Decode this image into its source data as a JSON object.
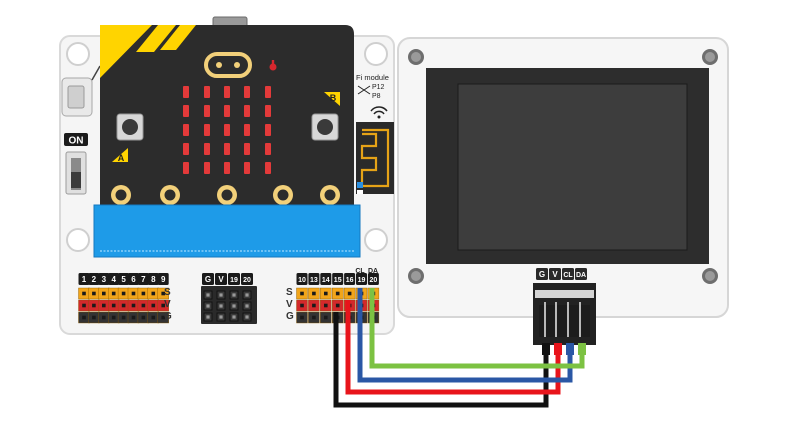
{
  "microbit": {
    "button_a": "A",
    "button_b": "B",
    "module_label": "Fi module",
    "pin_p12": "P12",
    "pin_p8": "P8"
  },
  "expansion_board": {
    "power_label": "ON",
    "left_header": {
      "pins": [
        "1",
        "2",
        "3",
        "4",
        "5",
        "6",
        "7",
        "8",
        "9"
      ],
      "row_labels": [
        "S",
        "V",
        "G"
      ]
    },
    "i2c_header": {
      "pins": [
        "G",
        "V",
        "19",
        "20"
      ]
    },
    "right_header": {
      "pins": [
        "10",
        "13",
        "14",
        "15",
        "16",
        "19",
        "20"
      ],
      "top_labels": [
        "CL",
        "DA"
      ],
      "row_labels": [
        "S",
        "V",
        "G"
      ]
    }
  },
  "display_module": {
    "connector_pins": [
      "G",
      "V",
      "CL",
      "DA"
    ]
  },
  "colors": {
    "wire_gnd": "#111111",
    "wire_vcc": "#e8141b",
    "wire_scl": "#2a57a5",
    "wire_sda": "#7cc242",
    "header_s": "#f2a51a",
    "header_v": "#d3292b",
    "header_g": "#333333",
    "edge_connector": "#1e9be8",
    "led_red": "#e43a3a"
  }
}
